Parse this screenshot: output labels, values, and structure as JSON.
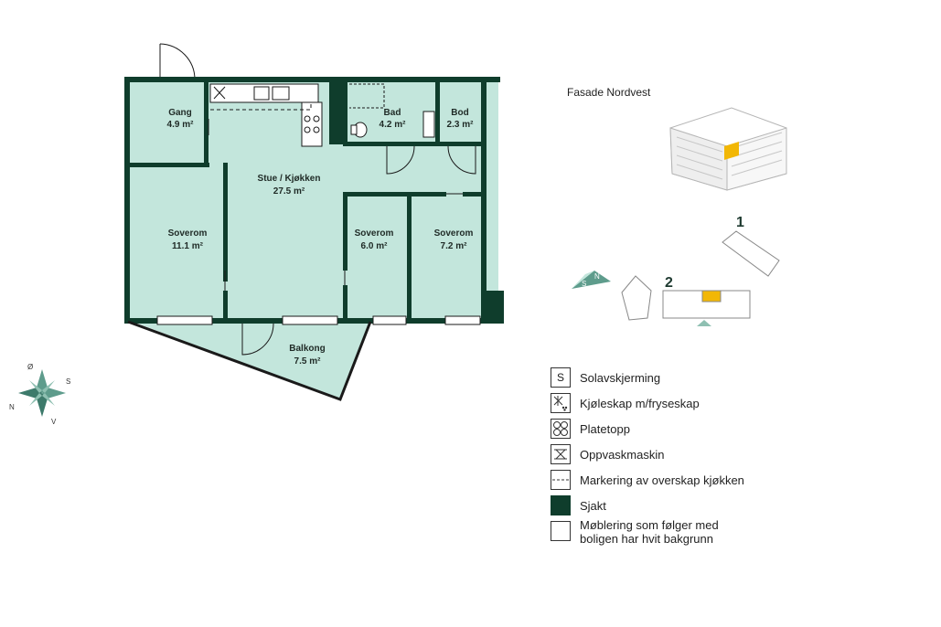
{
  "rooms": [
    {
      "name": "Gang",
      "area": "4.9 m²"
    },
    {
      "name": "Bad",
      "area": "4.2 m²"
    },
    {
      "name": "Bod",
      "area": "2.3 m²"
    },
    {
      "name": "Stue / Kjøkken",
      "area": "27.5 m²"
    },
    {
      "name": "Soverom",
      "area": "11.1 m²"
    },
    {
      "name": "Soverom",
      "area": "6.0 m²"
    },
    {
      "name": "Soverom",
      "area": "7.2 m²"
    },
    {
      "name": "Balkong",
      "area": "7.5 m²"
    }
  ],
  "facade": {
    "title": "Fasade Nordvest"
  },
  "site": {
    "building_1": "1",
    "building_2": "2"
  },
  "compass": {
    "letters": [
      "Ø",
      "S",
      "N",
      "V"
    ]
  },
  "north_arrow": {
    "letters": [
      "S",
      "N"
    ]
  },
  "legend": [
    {
      "symbol": "S",
      "label": "Solavskjerming"
    },
    {
      "symbol": "fridge-icon",
      "label": "Kjøleskap m/fryseskap"
    },
    {
      "symbol": "cooktop-icon",
      "label": "Platetopp"
    },
    {
      "symbol": "dishwasher-icon",
      "label": "Oppvaskmaskin"
    },
    {
      "symbol": "dashed-line-icon",
      "label": "Markering av overskap kjøkken"
    },
    {
      "symbol": "shaft-swatch",
      "label": "Sjakt"
    },
    {
      "symbol": "empty-box",
      "label": "Møblering som følger med boligen har hvit bakgrunn"
    }
  ],
  "colors": {
    "wall": "#0f3d2c",
    "floor": "#c3e6dc",
    "highlight": "#f2b705",
    "compass": "#5e9c8c"
  }
}
